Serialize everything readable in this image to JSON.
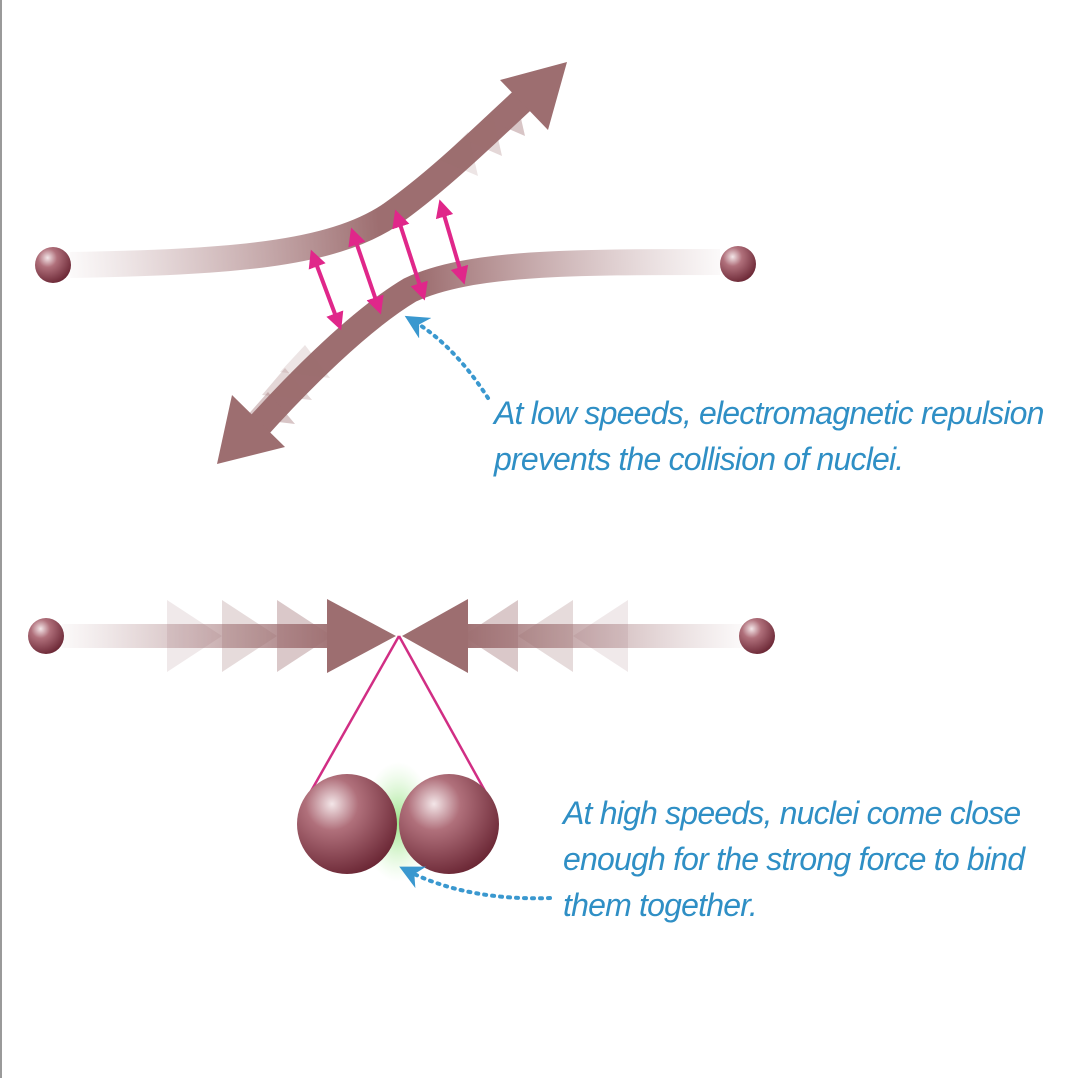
{
  "diagram": {
    "colors": {
      "nucleus": "#8a3f4c",
      "path": "#9d6e70",
      "repulsion": "#e0278a",
      "callout": "#3a98cf",
      "strong_force_glow": "#9be58a"
    },
    "scenes": [
      {
        "id": "low-speed",
        "nuclei": 2,
        "caption_lines": [
          "At low speeds, electromagnetic repulsion",
          "prevents the collision of nuclei."
        ]
      },
      {
        "id": "high-speed",
        "nuclei": 2,
        "caption_lines": [
          "At high speeds, nuclei come close",
          "enough for the strong force to bind",
          "them together."
        ]
      }
    ]
  }
}
